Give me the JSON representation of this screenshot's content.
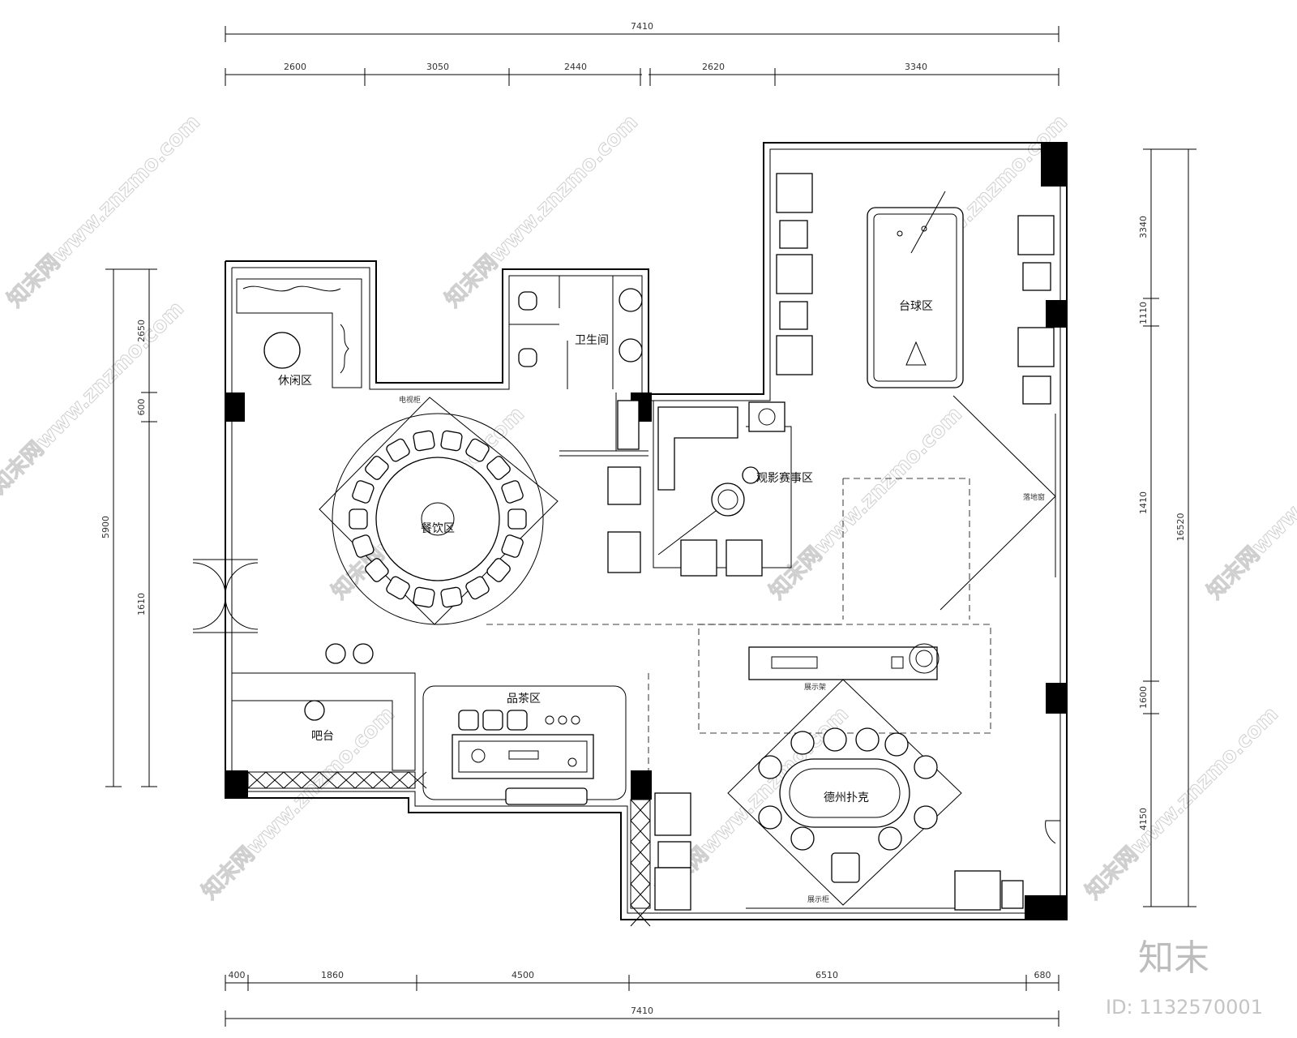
{
  "dims": {
    "top_total": "7410",
    "top_segments": [
      "2600",
      "3050",
      "2440",
      "2620",
      "3340"
    ],
    "bottom_total": "7410",
    "bottom_segments": [
      "400",
      "1860",
      "4500",
      "6510",
      "680"
    ],
    "left_segments": [
      "2650",
      "600",
      "5900",
      "1610"
    ],
    "right_segments": [
      "3340",
      "1110",
      "1410",
      "1600",
      "4150"
    ],
    "right_total": "16520"
  },
  "zones": {
    "leisure": "休闲区",
    "toilet": "卫生间",
    "billiards": "台球区",
    "viewing": "观影赛事区",
    "dining": "餐饮区",
    "tea": "品茶区",
    "bar": "吧台",
    "poker": "德州扑克"
  },
  "small_labels": {
    "dining_cabinet": "电视柜",
    "billiard_window": "落地窗",
    "counter_label": "展示柜",
    "poker_top": "展示架",
    "poker_bottom": "展示柜"
  },
  "watermark": {
    "site": "知末网www.znzmo.com",
    "logo": "知末",
    "id": "ID: 1132570001"
  }
}
